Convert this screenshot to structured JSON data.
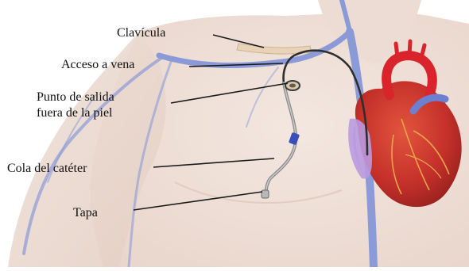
{
  "labels": {
    "clavicula": "Clavícula",
    "acceso_vena": "Acceso a vena",
    "punto_salida_1": "Punto de salida",
    "punto_salida_2": "fuera de la piel",
    "cola_cateter": "Cola del catéter",
    "tapa": "Tapa"
  },
  "colors": {
    "skin": "#efe2da",
    "vein": "#7a8fd8",
    "artery": "#d8242a",
    "heart": "#c9362e",
    "catheter": "#4a4a4a",
    "leader_line": "#1a1a1a"
  }
}
